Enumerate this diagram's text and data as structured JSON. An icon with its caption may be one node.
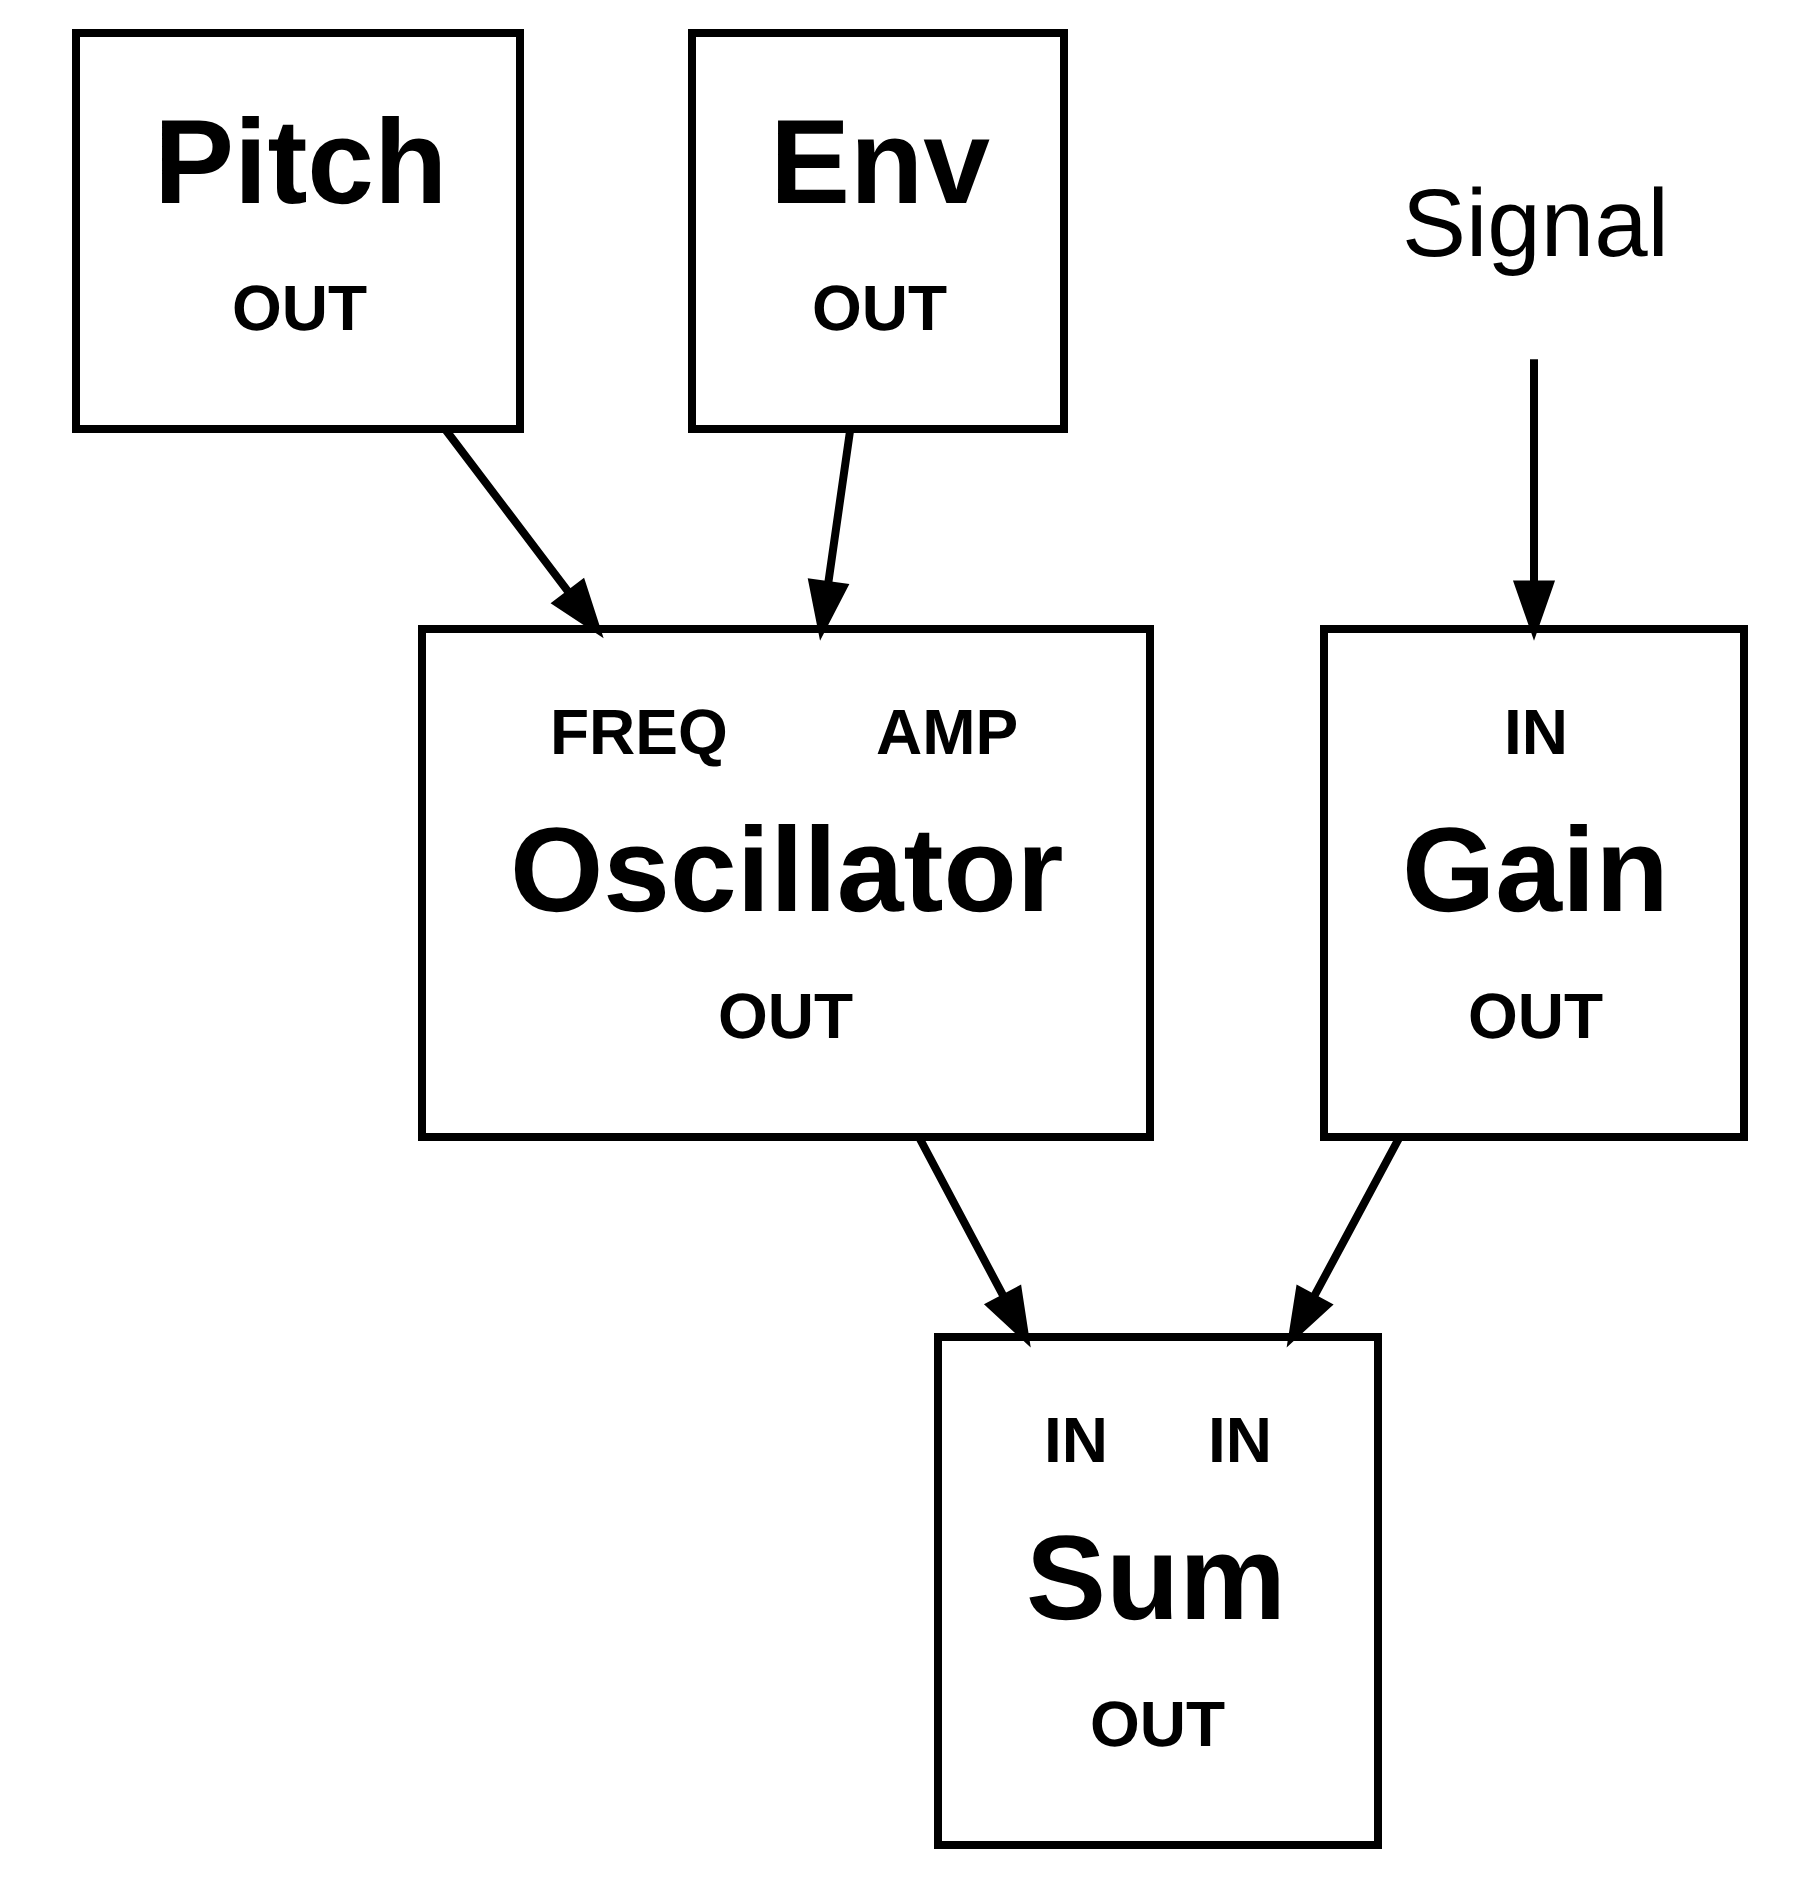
{
  "diagram": {
    "nodes": [
      {
        "text": [
          "Pitch",
          "OUT"
        ]
      },
      {
        "text": [
          "Env",
          "OUT"
        ]
      },
      {
        "text": [
          "Signal"
        ]
      },
      {
        "text": [
          "FREQ",
          "AMP",
          "Oscillator",
          "OUT"
        ]
      },
      {
        "text": [
          "IN",
          "Gain",
          "OUT"
        ]
      },
      {
        "text": [
          "IN",
          "IN",
          "Sum",
          "OUT"
        ]
      }
    ],
    "edges": [
      {
        "from": 0,
        "to": 3,
        "arrow": "to"
      },
      {
        "from": 1,
        "to": 3,
        "arrow": "to"
      },
      {
        "from": 2,
        "to": 4,
        "arrow": "to"
      },
      {
        "from": 3,
        "to": 5,
        "arrow": "to"
      },
      {
        "from": 4,
        "to": 5,
        "arrow": "to"
      }
    ]
  }
}
